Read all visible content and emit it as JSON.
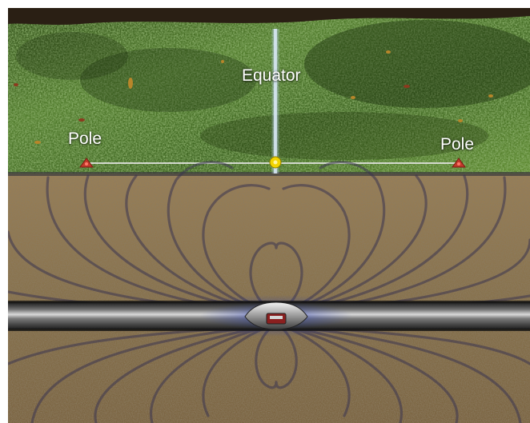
{
  "labels": {
    "equator": "Equator",
    "pole_left": "Pole",
    "pole_right": "Pole"
  },
  "colors": {
    "grass": "#4f7a2a",
    "soil": "#8a7148",
    "equator_line": "#a9c6e0",
    "field_lines": "#3b3550",
    "pipe": "#3a3a3a",
    "pipe_glow": "#3b4cc0",
    "pole_marker": "#c0392b",
    "equator_marker": "#f1d400"
  },
  "icons": {
    "pole_marker": "pole-marker-icon",
    "equator_marker": "equator-marker-icon",
    "transmitter": "transmitter-sonde-icon"
  }
}
